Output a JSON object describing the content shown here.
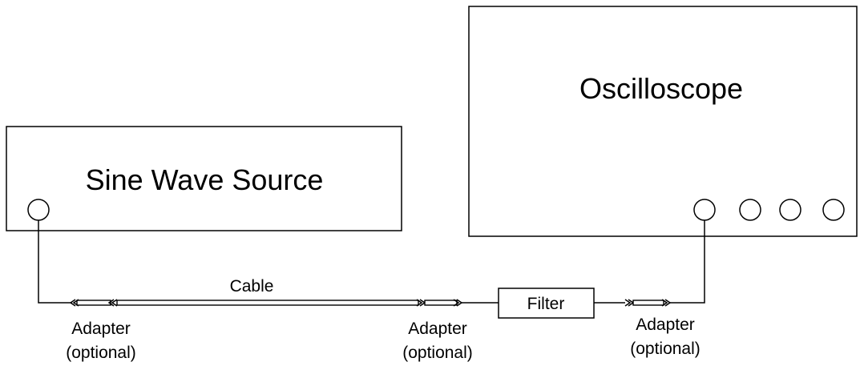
{
  "sine_source": {
    "label": "Sine Wave Source"
  },
  "oscilloscope": {
    "label": "Oscilloscope"
  },
  "filter": {
    "label": "Filter"
  },
  "cable": {
    "label": "Cable"
  },
  "adapter_left": {
    "line1": "Adapter",
    "line2": "(optional)"
  },
  "adapter_middle": {
    "line1": "Adapter",
    "line2": "(optional)"
  },
  "adapter_right": {
    "line1": "Adapter",
    "line2": "(optional)"
  }
}
